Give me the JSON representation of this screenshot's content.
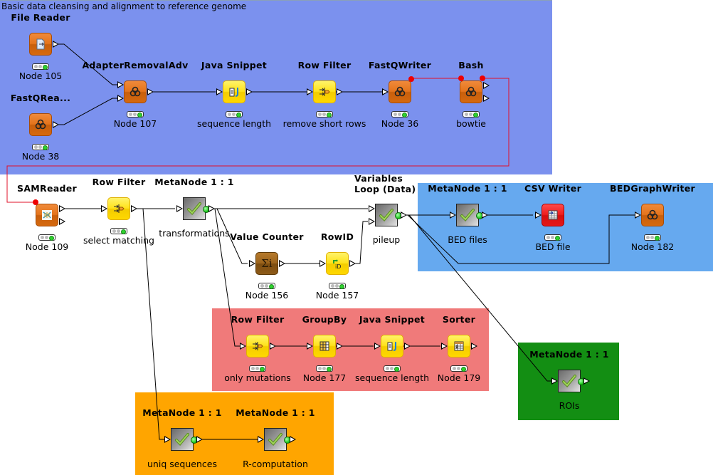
{
  "annotations": [
    {
      "id": "blue-top",
      "text": "Basic data cleansing and alignment to reference genome",
      "color": "#7b91ee"
    },
    {
      "id": "blue-right",
      "text": "",
      "color": "#66a9ef"
    },
    {
      "id": "red",
      "text": "",
      "color": "#f07a7a"
    },
    {
      "id": "orange",
      "text": "",
      "color": "#ffa500"
    },
    {
      "id": "green",
      "text": "",
      "color": "#138e13"
    }
  ],
  "nodes": {
    "file_reader": {
      "title": "File Reader",
      "label": "Node 105",
      "type": "orange",
      "icon": "file-reader-icon"
    },
    "fastq_reader": {
      "title": "FastQRea...",
      "label": "Node 38",
      "type": "orange",
      "icon": "knot-icon"
    },
    "adapter_removal": {
      "title": "AdapterRemovalAdv",
      "label": "Node 107",
      "type": "orange",
      "icon": "knot-icon"
    },
    "java_snippet_1": {
      "title": "Java Snippet",
      "label": "sequence length",
      "type": "yellow",
      "icon": "java-snippet-icon"
    },
    "row_filter_1": {
      "title": "Row Filter",
      "label": "remove short rows",
      "type": "yellow",
      "icon": "row-filter-icon"
    },
    "fastq_writer": {
      "title": "FastQWriter",
      "label": "Node 36",
      "type": "orange",
      "icon": "knot-icon"
    },
    "bash": {
      "title": "Bash",
      "label": "bowtie",
      "type": "orange",
      "icon": "knot-icon"
    },
    "sam_reader": {
      "title": "SAMReader",
      "label": "Node 109",
      "type": "orange",
      "icon": "sam-reader-icon"
    },
    "row_filter_2": {
      "title": "Row Filter",
      "label": "select matching",
      "type": "yellow",
      "icon": "row-filter-icon"
    },
    "meta_transformations": {
      "title": "MetaNode 1 : 1",
      "label": "transformations",
      "type": "meta",
      "icon": "checkmark-icon"
    },
    "variables_loop": {
      "title": "Variables\nLoop (Data)",
      "title_line1": "Variables",
      "title_line2": "Loop (Data)",
      "label": "pileup",
      "type": "meta",
      "icon": "checkmark-icon"
    },
    "value_counter": {
      "title": "Value Counter",
      "label": "Node 156",
      "type": "brown",
      "icon": "sigma-icon"
    },
    "rowid": {
      "title": "RowID",
      "label": "Node 157",
      "type": "yellow",
      "icon": "rowid-icon"
    },
    "meta_bed": {
      "title": "MetaNode 1 : 1",
      "label": "BED files",
      "type": "meta",
      "icon": "checkmark-icon"
    },
    "csv_writer": {
      "title": "CSV Writer",
      "label": "BED file",
      "type": "red",
      "icon": "csv-writer-icon"
    },
    "bedgraph_writer": {
      "title": "BEDGraphWriter",
      "label": "Node 182",
      "type": "orange",
      "icon": "knot-icon"
    },
    "row_filter_3": {
      "title": "Row Filter",
      "label": "only mutations",
      "type": "yellow",
      "icon": "row-filter-icon"
    },
    "groupby": {
      "title": "GroupBy",
      "label": "Node 177",
      "type": "yellow",
      "icon": "groupby-icon"
    },
    "java_snippet_2": {
      "title": "Java Snippet",
      "label": "sequence length",
      "type": "yellow",
      "icon": "java-snippet-icon"
    },
    "sorter": {
      "title": "Sorter",
      "label": "Node 179",
      "type": "yellow",
      "icon": "sorter-icon"
    },
    "meta_rois": {
      "title": "MetaNode 1 : 1",
      "label": "ROIs",
      "type": "meta",
      "icon": "checkmark-icon"
    },
    "meta_uniq": {
      "title": "MetaNode 1 : 1",
      "label": "uniq sequences",
      "type": "meta",
      "icon": "checkmark-icon"
    },
    "meta_r": {
      "title": "MetaNode 1 : 1",
      "label": "R-computation",
      "type": "meta",
      "icon": "checkmark-icon"
    }
  },
  "status": {
    "executed_color": "#2fd12f"
  },
  "flow_variable_color": "#ee0000"
}
